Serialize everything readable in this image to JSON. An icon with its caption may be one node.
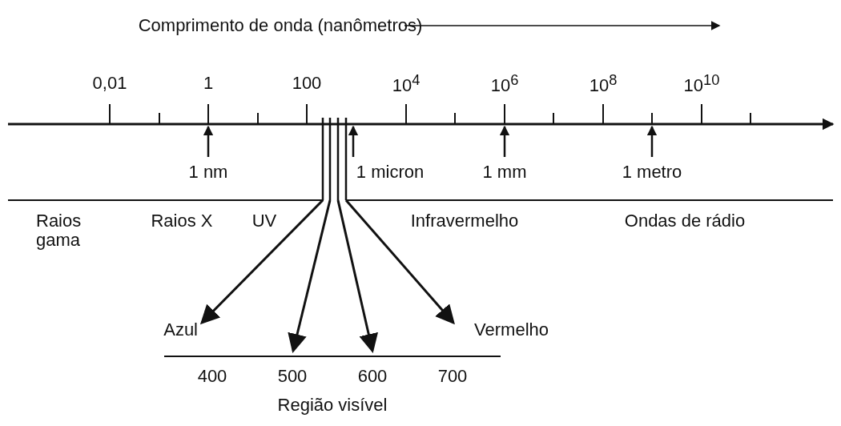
{
  "diagram": {
    "nodes": [
      {
        "text": [],
        "shape": "line"
      },
      {
        "text": [],
        "shape": "bar"
      },
      {
        "text": [
          "Azul"
        ]
      },
      {
        "text": [
          "500"
        ]
      },
      {
        "text": [
          "600"
        ]
      },
      {
        "text": [
          "Vermelho"
        ]
      },
      {
        "text": [
          "1 nm"
        ]
      },
      {
        "text": [
          "1 micron"
        ]
      },
      {
        "text": [
          "1 mm"
        ]
      },
      {
        "text": [
          "1 metro"
        ]
      }
    ],
    "edges": [
      {
        "from": 1,
        "to": 2,
        "arrow": "to"
      },
      {
        "from": 1,
        "to": 3,
        "arrow": "to"
      },
      {
        "from": 1,
        "to": 4,
        "arrow": "to"
      },
      {
        "from": 1,
        "to": 5,
        "arrow": "to"
      },
      {
        "from": 6,
        "to": 0,
        "arrow": "to"
      },
      {
        "from": 7,
        "to": 0,
        "arrow": "to"
      },
      {
        "from": 8,
        "to": 0,
        "arrow": "to"
      },
      {
        "from": 9,
        "to": 0,
        "arrow": "to"
      }
    ],
    "labels": [
      "Comprimento de onda (nanômetros)",
      "0,01",
      "1",
      "100",
      "10$^{4}$",
      "10$^{6}$",
      "10$^{8}$",
      "10$^{10}$",
      "Raios gama",
      "Raios X",
      "UV",
      "Infravermelho",
      "Ondas de rádio",
      "400",
      "700",
      "Região visível"
    ]
  }
}
